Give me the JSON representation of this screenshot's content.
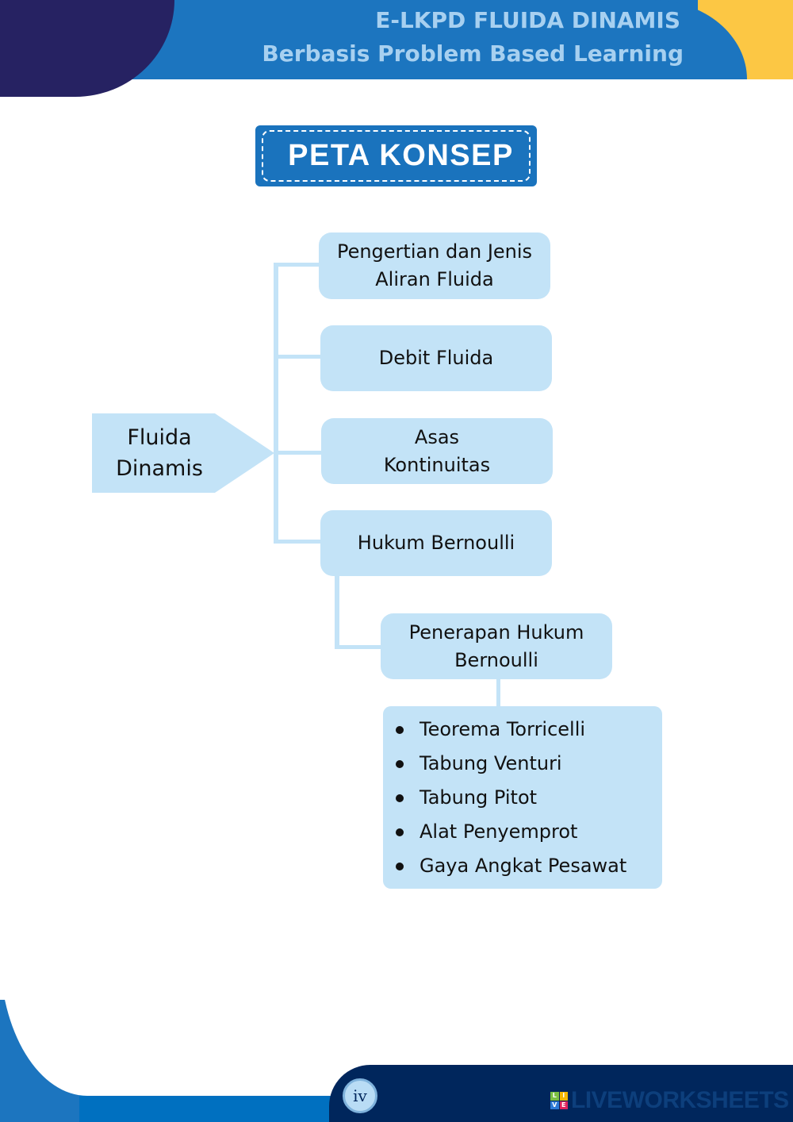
{
  "header": {
    "title": "E-LKPD FLUIDA DINAMIS",
    "subtitle": "Berbasis Problem Based Learning"
  },
  "page_title": "PETA KONSEP",
  "concept_map": {
    "root": "Fluida Dinamis",
    "branches": [
      {
        "label": "Pengertian dan Jenis Aliran Fluida"
      },
      {
        "label": "Debit Fluida"
      },
      {
        "label": "Asas Kontinuitas"
      },
      {
        "label": "Hukum Bernoulli"
      }
    ],
    "sub_branch": {
      "parent": "Hukum Bernoulli",
      "label": "Penerapan Hukum Bernoulli",
      "items": [
        "Teorema Torricelli",
        "Tabung Venturi",
        "Tabung Pitot",
        "Alat Penyemprot",
        "Gaya Angkat Pesawat"
      ]
    }
  },
  "footer": {
    "iv_logo": "iv",
    "brand_letters": [
      "L",
      "I",
      "V",
      "E"
    ],
    "brand_text": "LIVEWORKSHEETS"
  },
  "colors": {
    "header_blue": "#1c75bf",
    "navy": "#262262",
    "yellow": "#fcc744",
    "node_fill": "#c3e3f7",
    "footer_navy": "#00265c"
  }
}
